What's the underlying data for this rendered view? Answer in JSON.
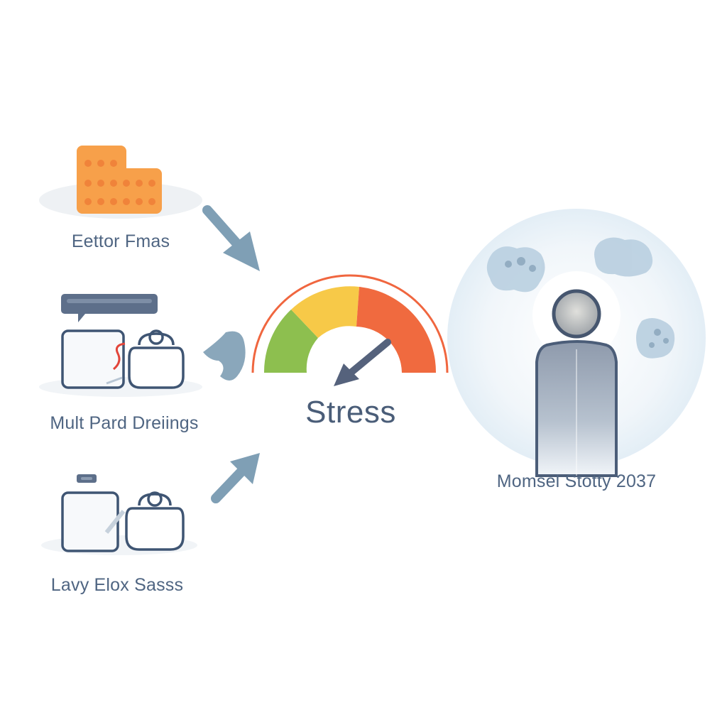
{
  "diagram": {
    "factors": [
      {
        "label": "Eettor Fmas",
        "icon": "orange-block-icon"
      },
      {
        "label": "Mult Pard  Dreiings",
        "icon": "monitor-and-bag-icon"
      },
      {
        "label": "Lavy Elox Sasss",
        "icon": "laptop-and-bag-icon"
      }
    ],
    "center": {
      "label": "Stress",
      "icon": "stress-gauge-icon"
    },
    "outcome": {
      "label": "Momsel Stotty 2037",
      "icon": "person-icon"
    },
    "colors": {
      "gauge_green": "#8dbf4f",
      "gauge_yellow": "#f7c948",
      "gauge_red": "#f06a3f",
      "arrow": "#7f9fb5",
      "text": "#4f6582",
      "orange": "#f7a04a"
    }
  }
}
